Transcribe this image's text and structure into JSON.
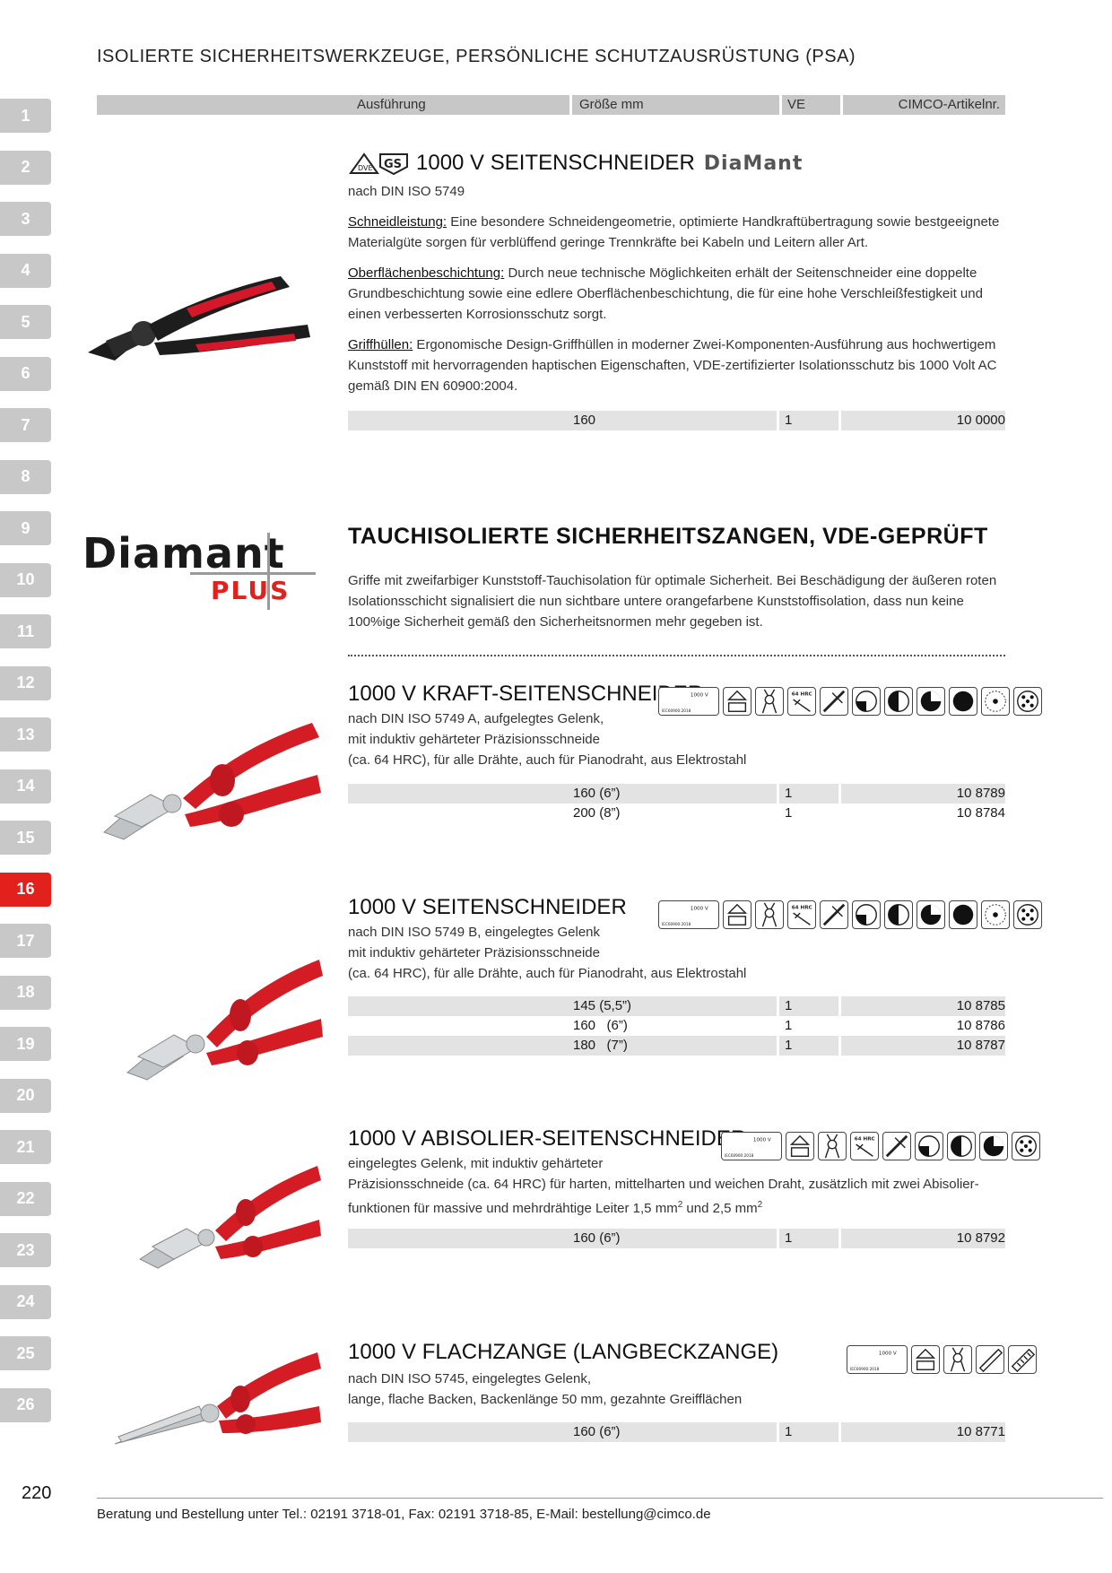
{
  "header": {
    "title": "ISOLIERTE SICHERHEITSWERKZEUGE, PERSÖNLICHE SCHUTZAUSRÜSTUNG (PSA)"
  },
  "tabs": [
    "1",
    "2",
    "3",
    "4",
    "5",
    "6",
    "7",
    "8",
    "9",
    "10",
    "11",
    "12",
    "13",
    "14",
    "15",
    "16",
    "17",
    "18",
    "19",
    "20",
    "21",
    "22",
    "23",
    "24",
    "25",
    "26"
  ],
  "active_tab": "16",
  "table_header": {
    "ausfuehrung": "Ausführung",
    "groesse": "Größe mm",
    "ve": "VE",
    "artikel": "CIMCO-Artikelnr."
  },
  "product1": {
    "title": "1000 V SEITENSCHNEIDER",
    "brand": "DiaMant",
    "norm": "nach DIN ISO 5749",
    "p1_label": "Schneidleistung:",
    "p1": " Eine besondere Schneidengeometrie, optimierte Handkraftübertragung sowie bestgeeignete Materialgüte sorgen für verblüffend geringe Trennkräfte bei Kabeln und Leitern aller Art.",
    "p2_label": "Oberflächenbeschichtung:",
    "p2": " Durch neue technische Möglichkeiten erhält der Seitenschneider eine doppelte Grundbeschichtung sowie eine edlere Oberflächenbeschichtung, die für eine hohe Verschleißfestigkeit und einen verbesserten Korrosionsschutz sorgt.",
    "p3_label": "Griffhüllen:",
    "p3": " Ergonomische Design-Griffhüllen in moderner Zwei-Komponenten-Ausführung aus hochwertigem Kunststoff mit hervorragenden haptischen Eigenschaften, VDE-zertifizierter Isolationsschutz bis 1000 Volt AC gemäß DIN EN 60900:2004.",
    "rows": [
      {
        "size": "160",
        "ve": "1",
        "art": "10 0000"
      }
    ]
  },
  "section": {
    "title": "TAUCHISOLIERTE SICHERHEITSZANGEN, VDE-GEPRÜFT",
    "logo_main": "Diamant",
    "logo_sub": "PLUS",
    "text": "Griffe mit zweifarbiger Kunststoff-Tauchisolation für optimale Sicherheit. Bei Beschädigung der äußeren roten Isolationsschicht signalisiert die nun sichtbare untere orangefarbene Kunststoffisolation, dass nun keine 100%ige Sicherheit gemäß den Sicherheitsnormen mehr gegeben ist."
  },
  "product2": {
    "title": "1000 V KRAFT-SEITENSCHNEIDER",
    "line1": "nach DIN ISO 5749 A, aufgelegtes Gelenk,",
    "line2": "mit induktiv gehärteter Präzisionsschneide",
    "line3": "(ca. 64 HRC), für alle Drähte, auch für Pianodraht, aus Elektrostahl",
    "rows": [
      {
        "size": "160 (6”)",
        "ve": "1",
        "art": "10 8789"
      },
      {
        "size": "200 (8”)",
        "ve": "1",
        "art": "10 8784"
      }
    ]
  },
  "product3": {
    "title": "1000 V SEITENSCHNEIDER",
    "line1": "nach DIN ISO 5749 B, eingelegtes Gelenk",
    "line2": "mit induktiv gehärteter Präzisionsschneide",
    "line3": "(ca. 64 HRC), für alle Drähte, auch für Pianodraht, aus Elektrostahl",
    "rows": [
      {
        "size": "145 (5,5”)",
        "ve": "1",
        "art": "10 8785"
      },
      {
        "size": "160   (6”)",
        "ve": "1",
        "art": "10 8786"
      },
      {
        "size": "180   (7”)",
        "ve": "1",
        "art": "10 8787"
      }
    ]
  },
  "product4": {
    "title": "1000 V ABISOLIER-SEITENSCHNEIDER",
    "line1": "eingelegtes Gelenk, mit induktiv gehärteter",
    "line2a": "Präzisionsschneide (ca. 64 HRC) für harten, mittelharten und weichen Draht, zusätzlich mit zwei Abisolier-",
    "line2b": "funktionen für massive und mehrdrähtige Leiter 1,5 mm",
    "sup1": "2",
    "line2c": " und 2,5 mm",
    "sup2": "2",
    "rows": [
      {
        "size": "160 (6”)",
        "ve": "1",
        "art": "10 8792"
      }
    ]
  },
  "product5": {
    "title": "1000 V FLACHZANGE (LANGBECKZANGE)",
    "line1": "nach DIN ISO 5745, eingelegtes Gelenk,",
    "line2": "lange, flache Backen, Backenlänge 50 mm, gezahnte Greifflächen",
    "rows": [
      {
        "size": "160 (6”)",
        "ve": "1",
        "art": "10 8771"
      }
    ]
  },
  "icons": {
    "voltage": "1000 V",
    "iec": "IEC60900:2018",
    "hrc": "64 HRC"
  },
  "footer": {
    "page_no": "220",
    "text": "Beratung und Bestellung unter Tel.: 02191 3718-01, Fax: 02191 3718-85, E-Mail: bestellung@cimco.de"
  },
  "colors": {
    "accent": "#e2211c",
    "tab_grey": "#c8c8c8",
    "row_grey": "#e3e3e3"
  }
}
